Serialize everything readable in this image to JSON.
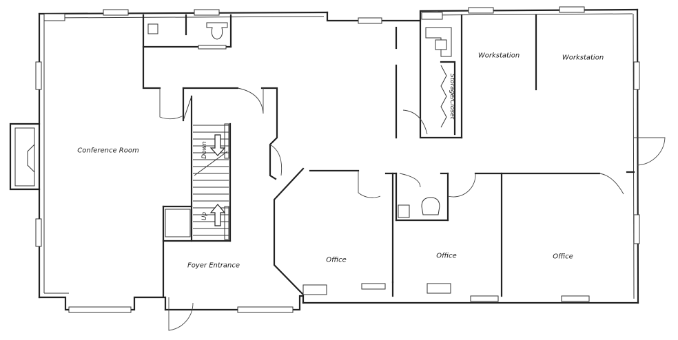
{
  "rooms": {
    "conference": "Conference Room",
    "foyer": "Foyer Entrance",
    "office_1": "Office",
    "office_2": "Office",
    "office_3": "Office",
    "workstation_1": "Workstation",
    "workstation_2": "Workstation",
    "storage": "Storage/Closet"
  },
  "stairs": {
    "down": "Down",
    "up": "Up"
  },
  "icons": [
    "door-swing-icon",
    "window-icon",
    "toilet-icon",
    "sink-icon",
    "stair-arrow-icon"
  ]
}
